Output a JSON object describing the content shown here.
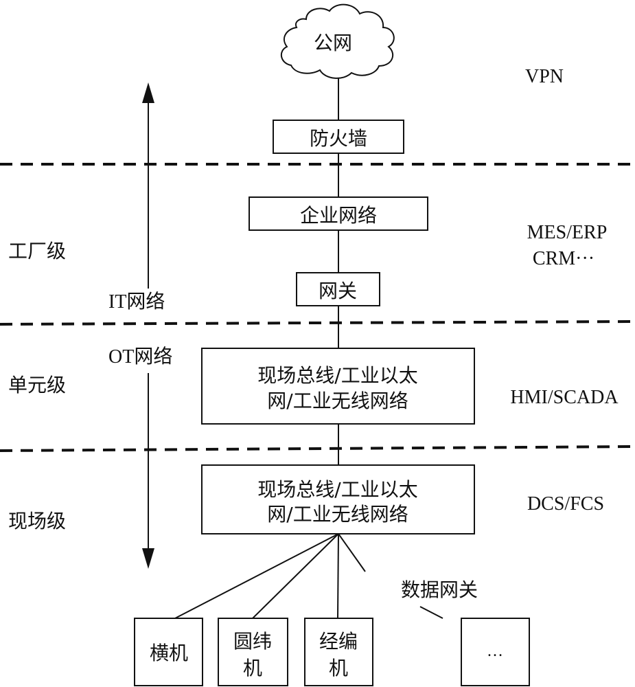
{
  "diagram": {
    "type": "industrial-network-architecture",
    "cloud": {
      "label": "公网"
    },
    "firewall": {
      "label": "防火墙"
    },
    "enterprise_network": {
      "label": "企业网络"
    },
    "gateway": {
      "label": "网关"
    },
    "unit_network": {
      "line1": "现场总线/工业以太",
      "line2": "网/工业无线网络"
    },
    "field_network": {
      "line1": "现场总线/工业以太",
      "line2": "网/工业无线网络"
    },
    "data_gateway": {
      "label": "数据网关"
    },
    "devices": [
      {
        "line1": "横机",
        "line2": ""
      },
      {
        "line1": "圆纬",
        "line2": "机"
      },
      {
        "line1": "经编",
        "line2": "机"
      },
      {
        "line1": "…",
        "line2": ""
      }
    ],
    "levels": [
      {
        "label": "工厂级"
      },
      {
        "label": "单元级"
      },
      {
        "label": "现场级"
      }
    ],
    "network_arrows": {
      "it": {
        "label": "IT网络",
        "direction": "up"
      },
      "ot": {
        "label": "OT网络",
        "direction": "down"
      }
    },
    "right_labels": {
      "vpn": "VPN",
      "mes_erp": "MES/ERP",
      "crm": "CRM···",
      "hmi_scada": "HMI/SCADA",
      "dcs_fcs": "DCS/FCS"
    }
  }
}
